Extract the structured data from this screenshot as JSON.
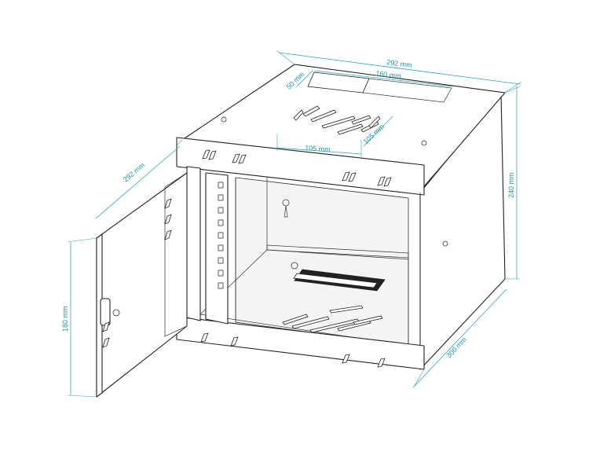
{
  "dimensions": {
    "width_top": "292 mm",
    "inner_width": "160 mm",
    "offset": "50 mm",
    "vent_width": "105 mm",
    "vent_depth": "105 mm",
    "depth_side": "292 mm",
    "height": "240 mm",
    "base_depth": "300 mm",
    "door_height": "180 mm"
  },
  "colors": {
    "dimension": "#1a9aa8",
    "outline": "#222222"
  }
}
